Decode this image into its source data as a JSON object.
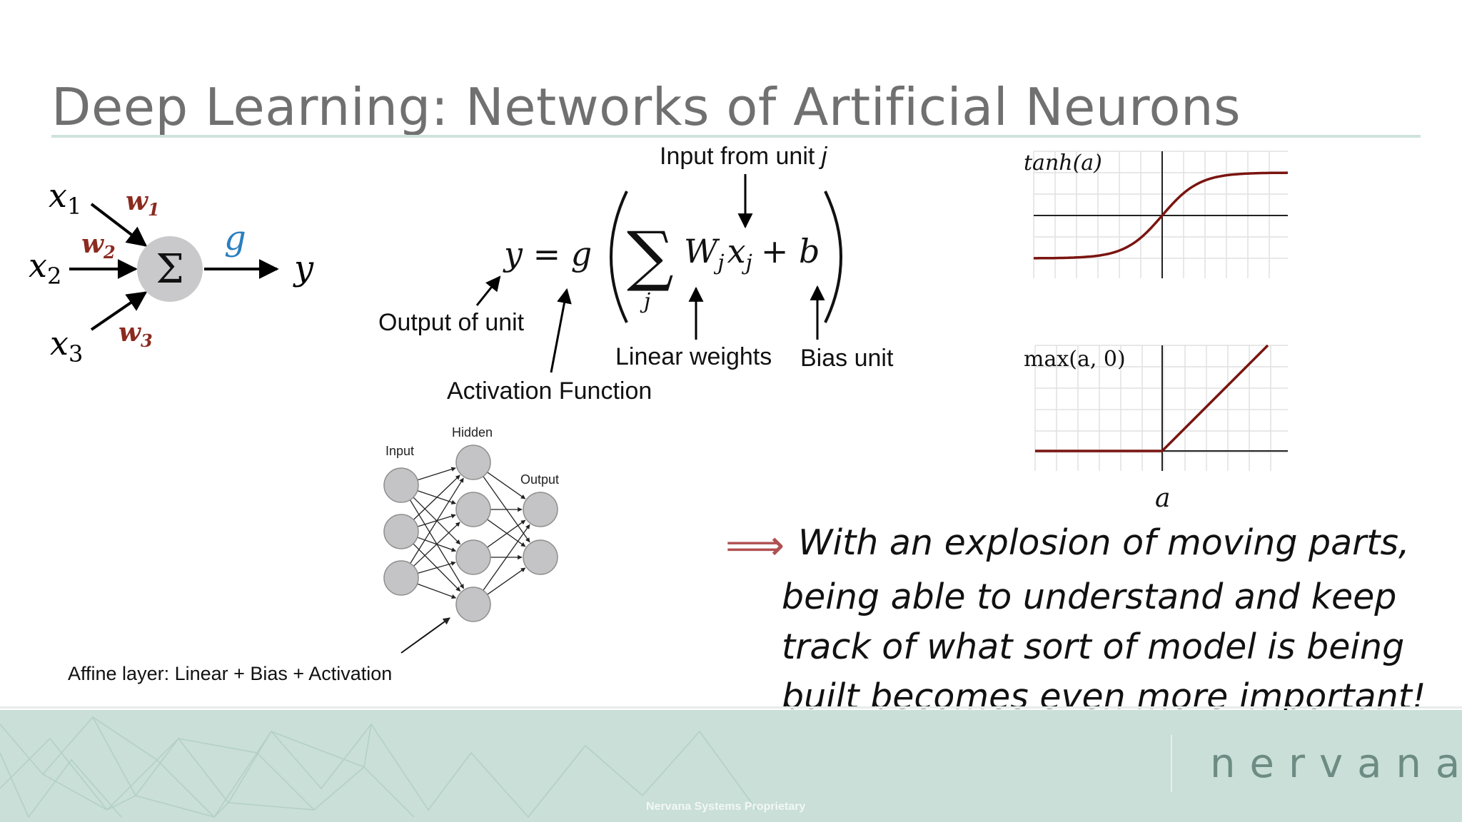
{
  "slide": {
    "title": "Deep Learning: Networks of Artificial Neurons"
  },
  "neuron": {
    "x1": "x",
    "x1_sub": "1",
    "x2": "x",
    "x2_sub": "2",
    "x3": "x",
    "x3_sub": "3",
    "w1": "w",
    "w1_sub": "1",
    "w2": "w",
    "w2_sub": "2",
    "w3": "w",
    "w3_sub": "3",
    "sum_symbol": "Σ",
    "activation": "g",
    "output": "y",
    "weight_color": "#8b2a1f",
    "activation_color": "#2a7fbf"
  },
  "equation": {
    "lhs": "y = g",
    "sum_symbol": "∑",
    "sum_index": "j",
    "term_W": "W",
    "term_W_sub": "j",
    "term_x": "x",
    "term_x_sub": "j",
    "plus_b": "+ b",
    "label_input_prefix": "Input from unit ",
    "label_input_var": "j",
    "label_output": "Output of unit",
    "label_activation": "Activation Function",
    "label_weights": "Linear weights",
    "label_bias": "Bias unit"
  },
  "network": {
    "label_input": "Input",
    "label_hidden": "Hidden",
    "label_output": "Output",
    "caption": "Affine layer: Linear + Bias + Activation"
  },
  "plots": {
    "tanh_label": "tanh(a)",
    "relu_label": "max(a, 0)",
    "axis_label": "a",
    "curve_color": "#7a1410"
  },
  "closing": {
    "arrow": "⟹",
    "line1": "With an explosion of moving parts,",
    "line2": "being able to understand and keep",
    "line3": "track of what sort of model is being",
    "line4": "built becomes even more important!",
    "arrow_color": "#b05050"
  },
  "footer": {
    "brand": "nervana",
    "note": "Nervana Systems Proprietary",
    "color": "#c9dfd7"
  }
}
